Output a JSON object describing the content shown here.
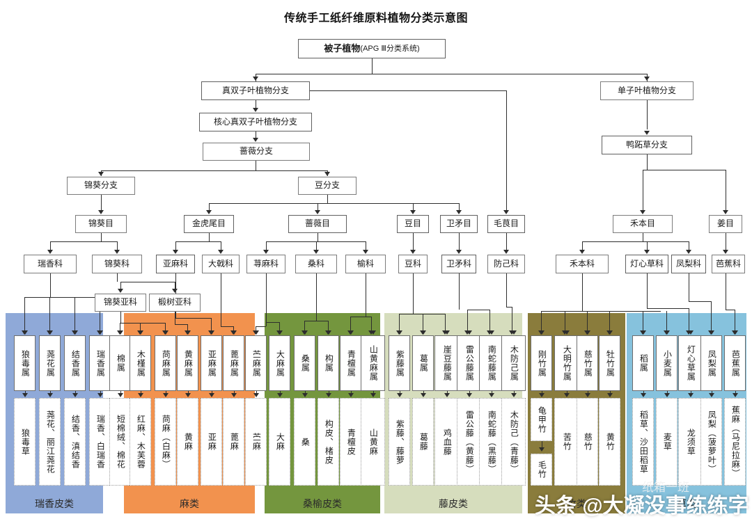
{
  "title": "传统手工纸纤维原料植物分类示意图",
  "root": {
    "main": "被子植物",
    "sub": "(APG Ⅲ分类系统)"
  },
  "clades": {
    "eudicots": "真双子叶植物分支",
    "core_eudicots": "核心真双子叶植物分支",
    "rosids": "蔷薇分支",
    "malvids": "锦葵分支",
    "fabids": "豆分支",
    "monocots": "单子叶植物分支",
    "commelinids": "鸭跖草分支"
  },
  "orders": [
    {
      "id": "malvales",
      "label": "锦葵目"
    },
    {
      "id": "malpighiales",
      "label": "金虎尾目"
    },
    {
      "id": "rosales",
      "label": "蔷薇目"
    },
    {
      "id": "fabales",
      "label": "豆目"
    },
    {
      "id": "celastrales",
      "label": "卫矛目"
    },
    {
      "id": "ranunculales",
      "label": "毛茛目"
    },
    {
      "id": "poales",
      "label": "禾本目"
    },
    {
      "id": "zingiberales",
      "label": "姜目"
    }
  ],
  "families": [
    {
      "id": "thymelaeaceae",
      "label": "瑞香科"
    },
    {
      "id": "malvaceae",
      "label": "锦葵科"
    },
    {
      "id": "linaceae",
      "label": "亚麻科"
    },
    {
      "id": "euphorbiaceae",
      "label": "大戟科"
    },
    {
      "id": "urticaceae",
      "label": "荨麻科"
    },
    {
      "id": "moraceae",
      "label": "桑科"
    },
    {
      "id": "ulmaceae",
      "label": "榆科"
    },
    {
      "id": "fabaceae",
      "label": "豆科"
    },
    {
      "id": "celastraceae",
      "label": "卫矛科"
    },
    {
      "id": "menisperm",
      "label": "防己科"
    },
    {
      "id": "poaceae",
      "label": "禾本科"
    },
    {
      "id": "juncaceae",
      "label": "灯心草科"
    },
    {
      "id": "bromeliaceae",
      "label": "凤梨科"
    },
    {
      "id": "musaceae",
      "label": "芭蕉科"
    }
  ],
  "subfamilies": [
    {
      "id": "malvoideae",
      "label": "锦葵亚科"
    },
    {
      "id": "tilioideae",
      "label": "椴树亚科"
    }
  ],
  "categories": [
    {
      "id": "ruixiang",
      "label": "瑞香皮类",
      "band_color": "#8fa9d8",
      "label_color": "#8fa9d8"
    },
    {
      "id": "ma",
      "label": "麻类",
      "band_color": "#f2924e",
      "label_color": "#f2924e"
    },
    {
      "id": "sangyu",
      "label": "桑榆皮类",
      "band_color": "#74963e",
      "label_color": "#74963e"
    },
    {
      "id": "tengpi",
      "label": "藤皮类",
      "band_color": "#d6ddbd",
      "label_color": "#d6ddbd"
    },
    {
      "id": "zhu",
      "label": "竹类",
      "band_color": "#8a7c3c",
      "label_color": "#8a7c3c"
    },
    {
      "id": "cao",
      "label": "草类",
      "band_color": "#86c2dd",
      "label_color": "#86c2dd"
    }
  ],
  "genera": [
    {
      "id": "g01",
      "genus": "狼毒属",
      "product": "狼毒草",
      "cat": "ruixiang"
    },
    {
      "id": "g02",
      "genus": "荛花属",
      "product": "荛花、丽江荛花",
      "cat": "ruixiang"
    },
    {
      "id": "g03",
      "genus": "结香属",
      "product": "结香、滇结香",
      "cat": "ruixiang"
    },
    {
      "id": "g04",
      "genus": "瑞香属",
      "product": "瑞香、白瑞香",
      "cat": "ruixiang"
    },
    {
      "id": "g05",
      "genus": "棉属",
      "product": "短棉绒、棉花",
      "cat": "none"
    },
    {
      "id": "g06",
      "genus": "木槿属",
      "product": "红麻、木芙蓉",
      "cat": "ma"
    },
    {
      "id": "g07",
      "genus": "苘麻属",
      "product": "苘麻（白麻）",
      "cat": "ma"
    },
    {
      "id": "g08",
      "genus": "黄麻属",
      "product": "黄麻",
      "cat": "ma"
    },
    {
      "id": "g09",
      "genus": "亚麻属",
      "product": "亚麻",
      "cat": "ma"
    },
    {
      "id": "g10",
      "genus": "蓖麻属",
      "product": "蓖麻",
      "cat": "ma"
    },
    {
      "id": "g11",
      "genus": "苎麻属",
      "product": "苎麻",
      "cat": "ma"
    },
    {
      "id": "g12",
      "genus": "大麻属",
      "product": "大麻",
      "cat": "sangyu"
    },
    {
      "id": "g13",
      "genus": "桑属",
      "product": "桑",
      "cat": "sangyu"
    },
    {
      "id": "g14",
      "genus": "构属",
      "product": "构皮、楮皮",
      "cat": "sangyu"
    },
    {
      "id": "g15",
      "genus": "青檀属",
      "product": "青檀皮",
      "cat": "sangyu"
    },
    {
      "id": "g16",
      "genus": "山黄麻属",
      "product": "山黄麻",
      "cat": "sangyu"
    },
    {
      "id": "g17",
      "genus": "紫藤属",
      "product": "紫藤、藤萝",
      "cat": "tengpi"
    },
    {
      "id": "g18",
      "genus": "葛属",
      "product": "葛藤",
      "cat": "tengpi"
    },
    {
      "id": "g19",
      "genus": "崖豆藤属",
      "product": "鸡血藤",
      "cat": "tengpi"
    },
    {
      "id": "g20",
      "genus": "雷公藤属",
      "product": "雷公藤（黄藤）",
      "cat": "tengpi"
    },
    {
      "id": "g21",
      "genus": "南蛇藤属",
      "product": "南蛇藤（黑藤）",
      "cat": "tengpi"
    },
    {
      "id": "g22",
      "genus": "木防己属",
      "product": "木防己（青藤）",
      "cat": "tengpi"
    },
    {
      "id": "g23",
      "genus": "刚竹属",
      "product": "龟甲竹",
      "cat": "zhu",
      "product2": "毛竹"
    },
    {
      "id": "g24",
      "genus": "大明竹属",
      "product": "苦竹",
      "cat": "zhu"
    },
    {
      "id": "g25",
      "genus": "慈竹属",
      "product": "慈竹",
      "cat": "zhu"
    },
    {
      "id": "g26",
      "genus": "牡竹属",
      "product": "黄竹",
      "cat": "zhu"
    },
    {
      "id": "g27",
      "genus": "稻属",
      "product": "稻草、沙田稻草",
      "cat": "cao"
    },
    {
      "id": "g28",
      "genus": "小麦属",
      "product": "麦草",
      "cat": "cao"
    },
    {
      "id": "g29",
      "genus": "灯心草属",
      "product": "龙须草",
      "cat": "cao"
    },
    {
      "id": "g30",
      "genus": "凤梨属",
      "product": "凤梨（菠萝叶）",
      "cat": "cao"
    },
    {
      "id": "g31",
      "genus": "芭蕉属",
      "product": "蕉麻（马尼拉麻）",
      "cat": "cao"
    }
  ],
  "watermark": {
    "main": "头条 @大凝没事练练字",
    "secondary": "纸箱一班"
  }
}
